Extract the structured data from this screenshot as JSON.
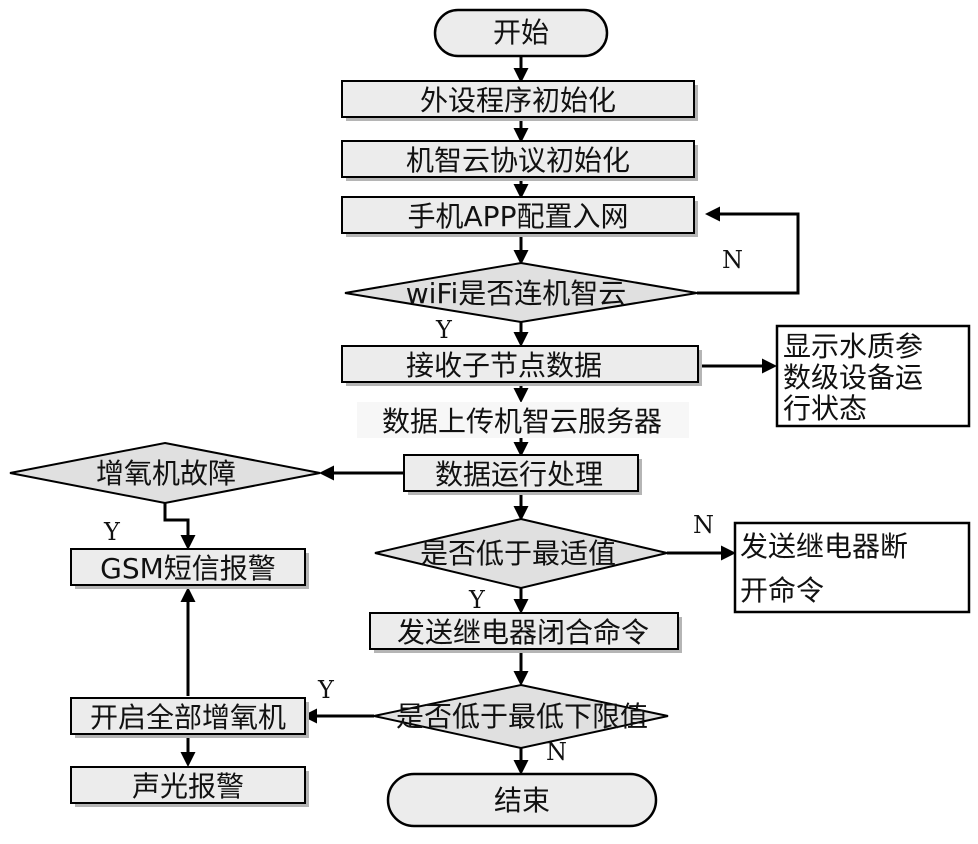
{
  "nodes": {
    "start": "开始",
    "peripheral_init": "外设程序初始化",
    "cloud_protocol_init": "机智云协议初始化",
    "app_network_config": "手机APP配置入网",
    "wifi_check": "wiFi是否连机智云",
    "receive_node_data": "接收子节点数据",
    "display_status": [
      "显示水质参",
      "数级设备运",
      "行状态"
    ],
    "upload_cloud": "数据上传机智云服务器",
    "data_processing": "数据运行处理",
    "aerator_fault": "增氧机故障",
    "gsm_alarm": "GSM短信报警",
    "check_optimal": "是否低于最适值",
    "relay_off": [
      "发送继电器断",
      "开命令"
    ],
    "relay_on": "发送继电器闭合命令",
    "check_min": "是否低于最低下限值",
    "start_all_aerators": "开启全部增氧机",
    "sound_light_alarm": "声光报警",
    "end": "结束"
  },
  "edge_labels": {
    "wifi_no": "N",
    "wifi_yes": "Y",
    "fault_yes": "Y",
    "optimal_no": "N",
    "optimal_yes": "Y",
    "min_yes": "Y",
    "min_no": "N"
  }
}
